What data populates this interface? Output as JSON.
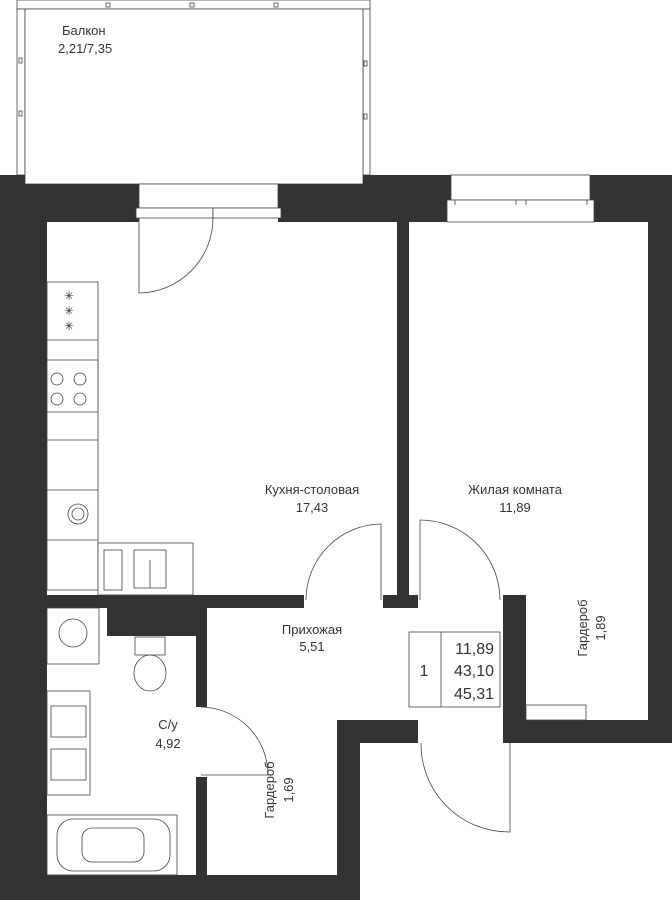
{
  "rooms": {
    "balcony": {
      "name": "Балкон",
      "area": "2,21/7,35"
    },
    "kitchen": {
      "name": "Кухня-столовая",
      "area": "17,43"
    },
    "living": {
      "name": "Жилая комната",
      "area": "11,89"
    },
    "hall": {
      "name": "Прихожая",
      "area": "5,51"
    },
    "bathroom": {
      "name": "С/у",
      "area": "4,92"
    },
    "wardrobe_hall": {
      "name": "Гардероб",
      "area": "1,69"
    },
    "wardrobe_room": {
      "name": "Гардероб",
      "area": "1,89"
    }
  },
  "summary": {
    "rooms_count": "1",
    "living_area": "11,89",
    "total_area": "43,10",
    "total_with_balcony": "45,31"
  },
  "colors": {
    "wall": "#333333",
    "line": "#444444"
  }
}
